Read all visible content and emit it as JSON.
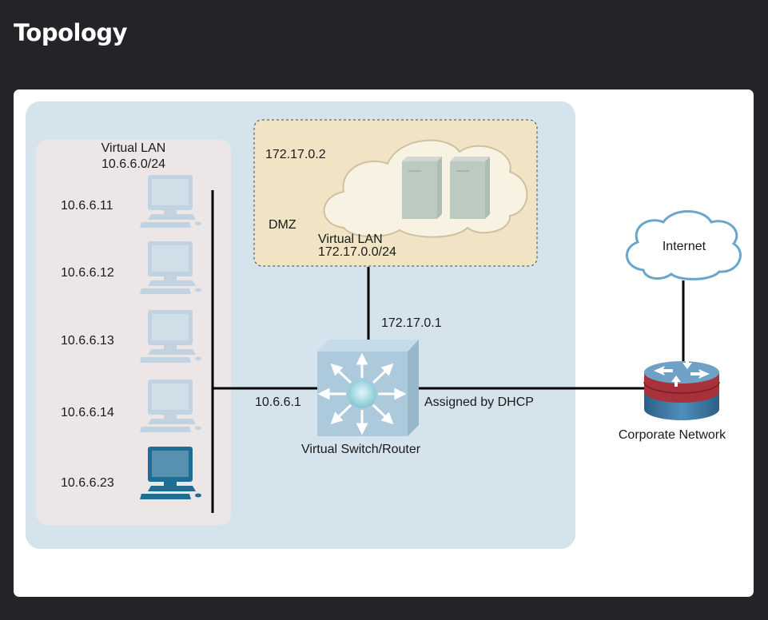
{
  "page": {
    "title": "Topology"
  },
  "diagram": {
    "vlan_label": "Virtual LAN",
    "vlan_subnet": "10.6.6.0/24",
    "hosts": [
      "10.6.6.11",
      "10.6.6.12",
      "10.6.6.13",
      "10.6.6.14",
      "10.6.6.23"
    ],
    "dmz": {
      "server_ip": "172.17.0.2",
      "label": "DMZ",
      "vlan_label": "Virtual LAN",
      "vlan_subnet": "172.17.0.0/24"
    },
    "router": {
      "dmz_ip": "172.17.0.1",
      "lan_ip": "10.6.6.1",
      "wan_ip": "Assigned by DHCP",
      "label": "Virtual Switch/Router"
    },
    "internet_label": "Internet",
    "corporate_label": "Corporate Network"
  }
}
